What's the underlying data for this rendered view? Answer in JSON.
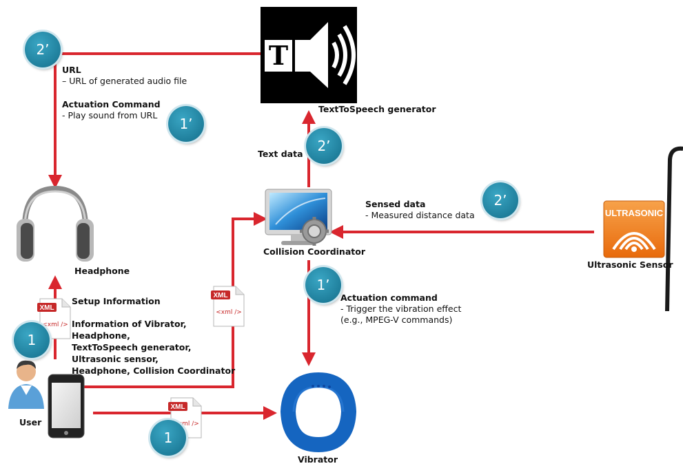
{
  "nodes": {
    "tts": "TextToSpeech generator",
    "headphone": "Headphone",
    "collision": "Collision Coordinator",
    "ultrasonic": "Ultrasonic Sensor",
    "ultrasonic_logo_text": "ULTRASONIC",
    "user": "User",
    "vibrator": "Vibrator",
    "tts_icon_letter": "T"
  },
  "xml_doc_label": "XML",
  "xml_doc_tag": "<xml />",
  "badges": {
    "b_2p_top": "2’",
    "b_1p_left": "1’",
    "b_2p_text": "2’",
    "b_2p_sensed": "2’",
    "b_1p_actuation": "1’",
    "b_1_setup": "1",
    "b_1_bottom": "1"
  },
  "labels": {
    "url_title": "URL",
    "url_desc": "–  URL of generated audio file",
    "actuation_title": "Actuation Command",
    "actuation_desc": "- Play sound from URL",
    "text_data": "Text data",
    "sensed_title": "Sensed data",
    "sensed_desc": "- Measured distance data",
    "vib_cmd_title": "Actuation command",
    "vib_cmd_desc1": "- Trigger the vibration effect",
    "vib_cmd_desc2": "(e.g., MPEG-V commands)",
    "setup_title": "Setup Information",
    "setup_line1": "Information of Vibrator,",
    "setup_line2": "Headphone,",
    "setup_line3": "TextToSpeech generator,",
    "setup_line4": "Ultrasonic sensor,",
    "setup_line5": "Headphone, Collision Coordinator"
  },
  "colors": {
    "arrow": "#d9262e",
    "badge": "#1f7f9c",
    "ultrasonic_orange": "#f07d1a",
    "vibrator_blue": "#1565c0"
  }
}
